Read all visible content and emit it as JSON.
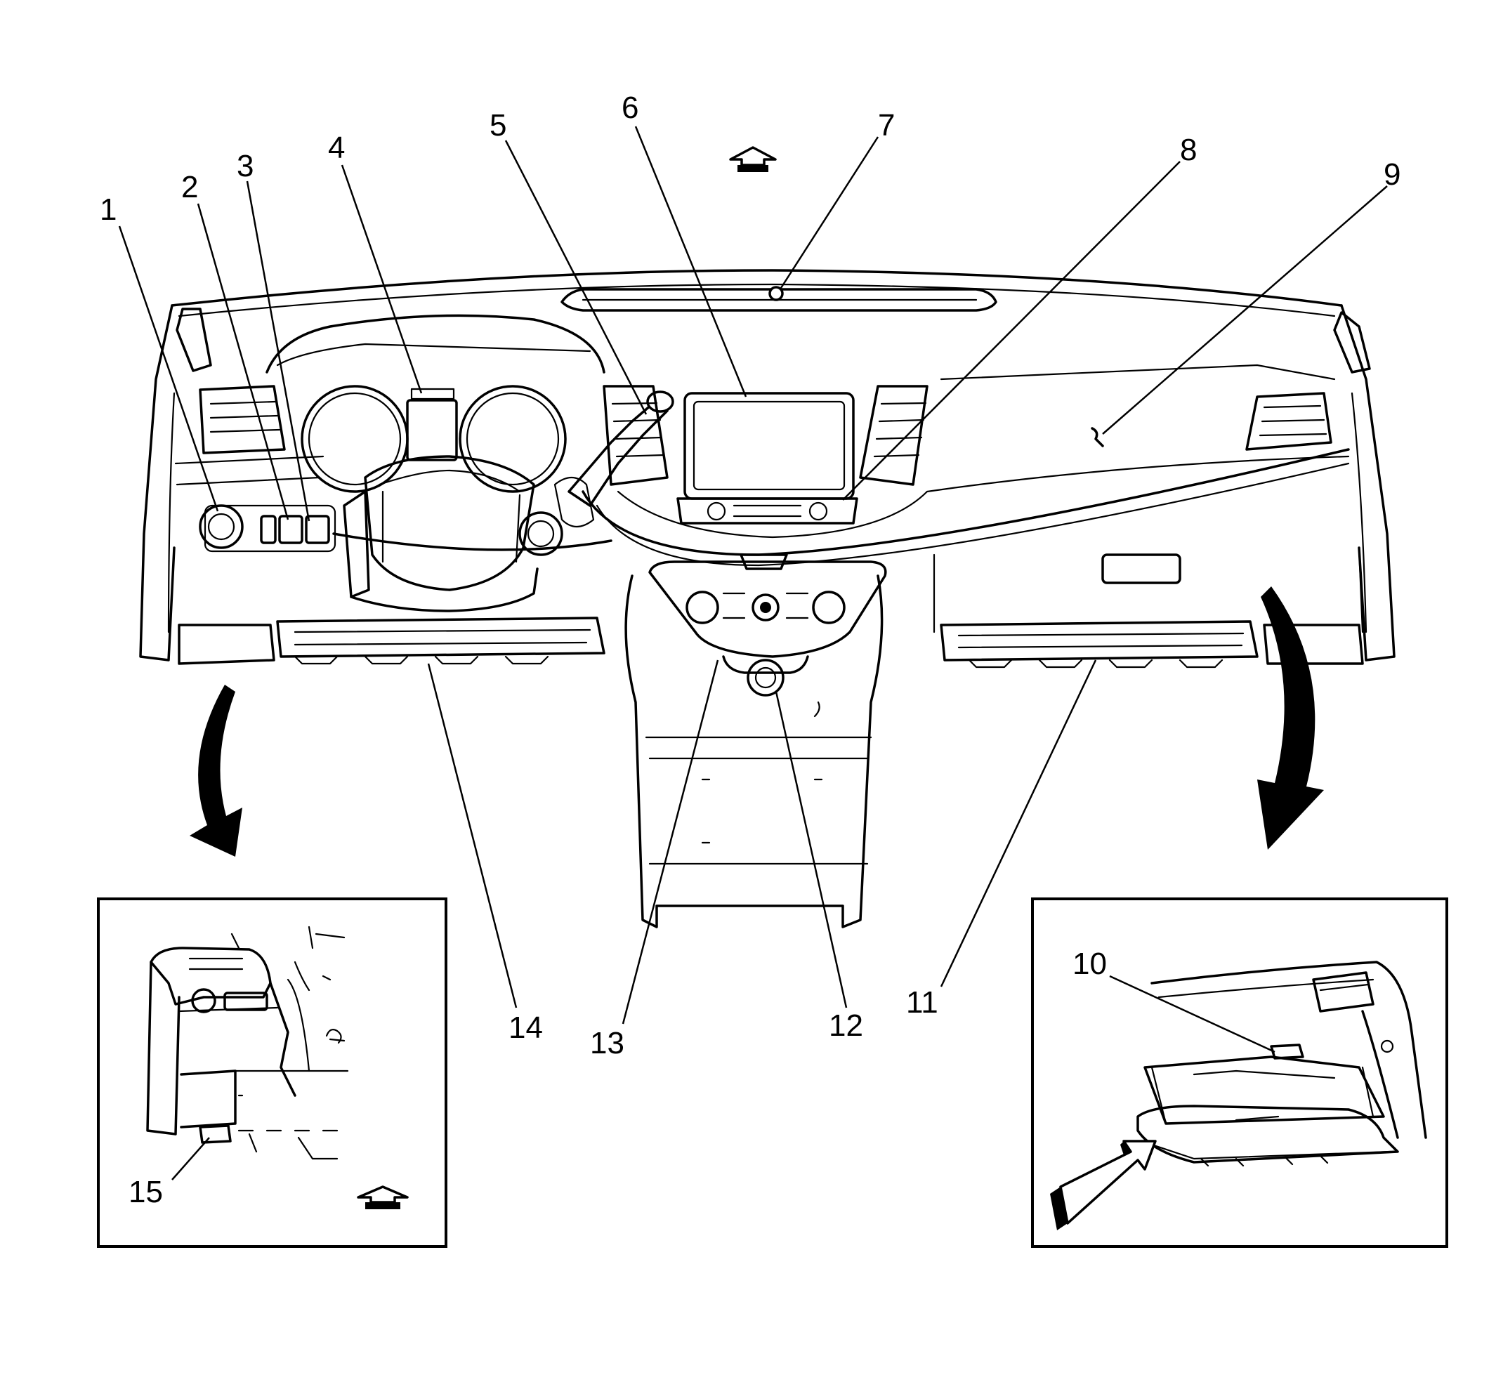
{
  "callouts": [
    {
      "id": "1",
      "label": "1"
    },
    {
      "id": "2",
      "label": "2"
    },
    {
      "id": "3",
      "label": "3"
    },
    {
      "id": "4",
      "label": "4"
    },
    {
      "id": "5",
      "label": "5"
    },
    {
      "id": "6",
      "label": "6"
    },
    {
      "id": "7",
      "label": "7"
    },
    {
      "id": "8",
      "label": "8"
    },
    {
      "id": "9",
      "label": "9"
    },
    {
      "id": "10",
      "label": "10"
    },
    {
      "id": "11",
      "label": "11"
    },
    {
      "id": "12",
      "label": "12"
    },
    {
      "id": "13",
      "label": "13"
    },
    {
      "id": "14",
      "label": "14"
    },
    {
      "id": "15",
      "label": "15"
    }
  ],
  "icons": [
    "front-direction-arrow-icon",
    "rotate-arrow-icon",
    "view-direction-arrow-icon"
  ]
}
